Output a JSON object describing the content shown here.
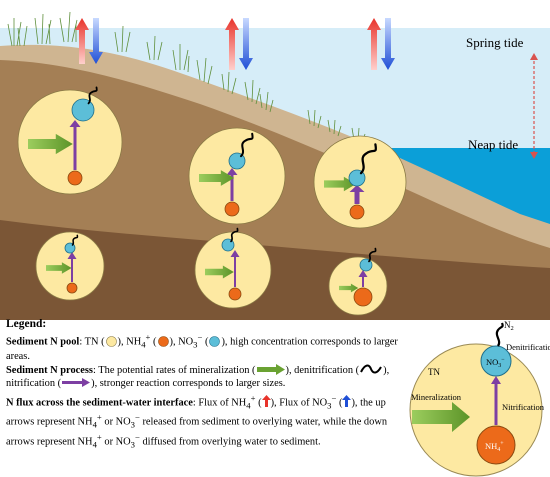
{
  "labels": {
    "spring_tide": "Spring tide",
    "neap_tide": "Neap tide"
  },
  "legend": {
    "title": "Legend:",
    "pool_heading": "Sediment N pool",
    "pool_tn": ": TN (",
    "pool_nh4": "), NH",
    "pool_nh4_sup": "4",
    "pool_nh4_sup2": "+",
    "pool_no3": " (",
    "pool_no3_b": "), NO",
    "pool_no3_sub": "3",
    "pool_no3_sup": "−",
    "pool_no3_c": " (",
    "pool_end": "), high concentration corresponds to larger areas.",
    "process_heading": "Sediment N process",
    "process_a": ": The potential rates of mineralization (",
    "process_b": "), denitrification (",
    "process_c": "), nitrification (",
    "process_d": "), stronger reaction corresponds to larger sizes.",
    "flux_heading": "N flux across the sediment-water interface",
    "flux_a": ": Flux of NH",
    "flux_b": " (",
    "flux_c": "), Flux of NO",
    "flux_d": " (",
    "flux_e": "), the up arrows represent NH",
    "flux_f": " or NO",
    "flux_g": " released from sediment to overlying water, while the down arrows represent NH",
    "flux_h": " or NO",
    "flux_i": " diffused from overlying water to sediment."
  },
  "legend_figure": {
    "n2": "N",
    "n2_sub": "2",
    "denitrification": "Denitrification",
    "tn": "TN",
    "no3": "NO",
    "no3_sub": "3",
    "no3_sup": "−",
    "mineralization": "Mineralization",
    "nitrification": "Nitrification",
    "nh4": "NH",
    "nh4_sub": "4",
    "nh4_sup": "+"
  },
  "colors": {
    "water": "#cfe9f5",
    "deep_water": "#0b9fd8",
    "mud": "#cfb591",
    "sediment": "#a47f55",
    "deep_sediment": "#7b5636",
    "pool_tn": "#fde9a2",
    "pool_nh4": "#ec6a1a",
    "pool_no3": "#5cbed8",
    "mineralization": "#6aa232",
    "nitrification": "#7d3fa3",
    "flux_up": "#e8332b",
    "flux_down": "#1f4fd6",
    "tide_marker": "#d9534f"
  }
}
